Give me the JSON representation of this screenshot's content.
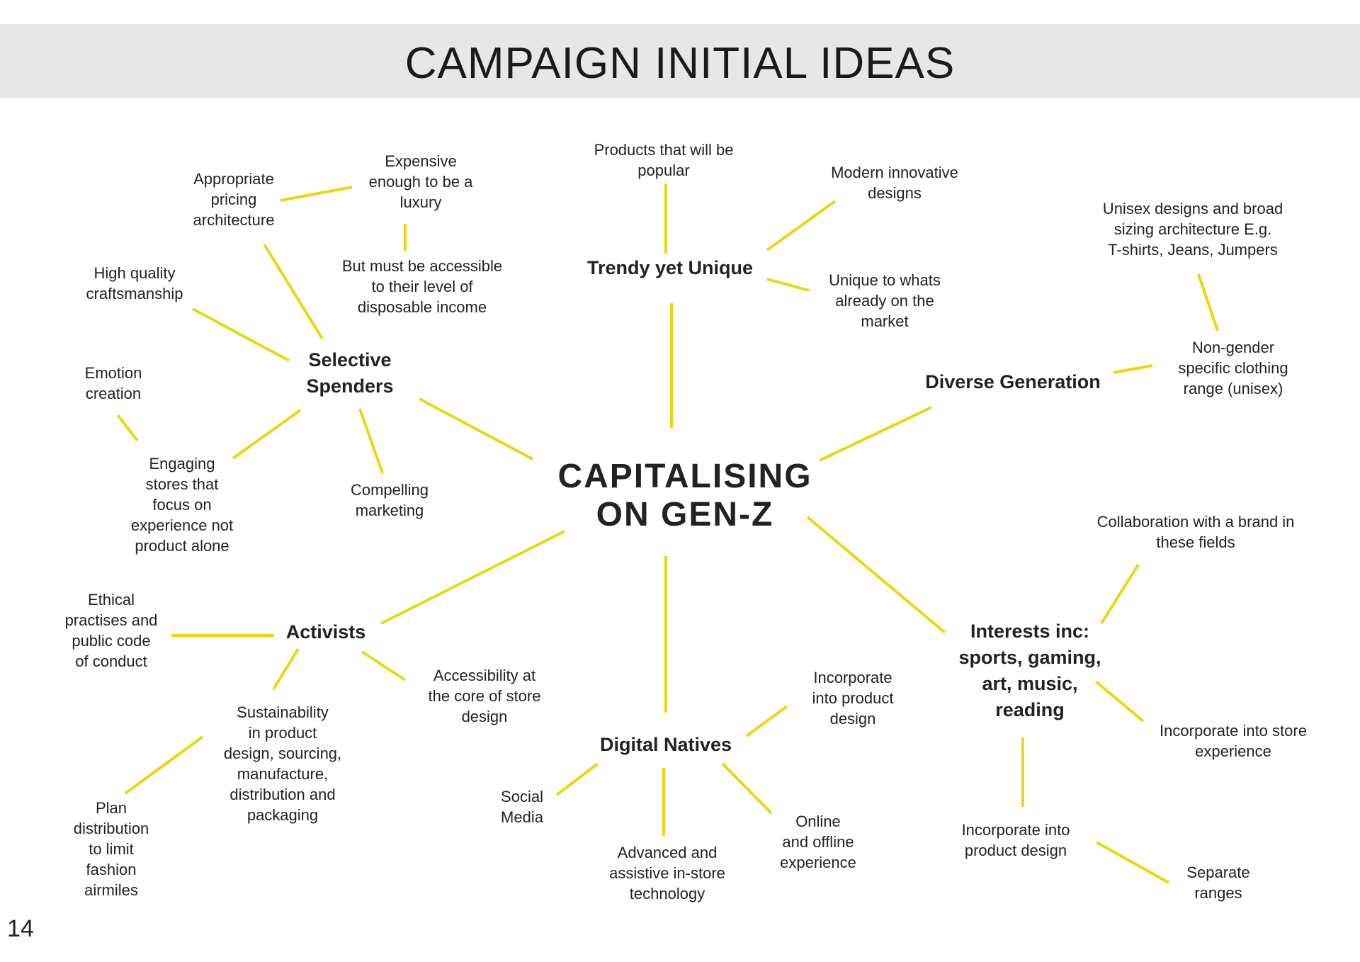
{
  "title": "CAMPAIGN INITIAL IDEAS",
  "page_number": "14",
  "center_topic": "CAPITALISING\nON GEN-Z",
  "colors": {
    "connector": "#ecd60f",
    "header_band": "#e7e7e7"
  },
  "branches": {
    "selective_spenders": {
      "label": "Selective\nSpenders",
      "ideas": {
        "pricing": "Appropriate\npricing\narchitecture",
        "expensive": "Expensive\nenough to be a\nluxury",
        "accessible": "But must be accessible\nto their level of\ndisposable income",
        "craftsmanship": "High quality\ncraftsmanship",
        "emotion": "Emotion\ncreation",
        "stores": "Engaging\nstores that\nfocus on\nexperience not\nproduct alone",
        "marketing": "Compelling\nmarketing"
      }
    },
    "trendy_unique": {
      "label": "Trendy yet Unique",
      "ideas": {
        "popular": "Products that will be\npopular",
        "modern": "Modern innovative\ndesigns",
        "unique": "Unique to whats\nalready on the\nmarket"
      }
    },
    "diverse_generation": {
      "label": "Diverse Generation",
      "ideas": {
        "unisex_designs": "Unisex designs and broad\nsizing architecture E.g.\nT-shirts, Jeans, Jumpers",
        "non_gender": "Non-gender\nspecific clothing\nrange (unisex)"
      }
    },
    "activists": {
      "label": "Activists",
      "ideas": {
        "ethical": "Ethical\npractises and\npublic code\nof conduct",
        "accessibility": "Accessibility at\nthe core of store\ndesign",
        "sustainability": "Sustainability\nin product\ndesign, sourcing,\nmanufacture,\ndistribution and\npackaging",
        "distribution": "Plan\ndistribution\nto limit\nfashion\nairmiles"
      }
    },
    "digital_natives": {
      "label": "Digital Natives",
      "ideas": {
        "incorporate_product": "Incorporate\ninto product\ndesign",
        "social_media": "Social\nMedia",
        "in_store_tech": "Advanced and\nassistive in-store\ntechnology",
        "online_offline": "Online\nand offline\nexperience"
      }
    },
    "interests": {
      "label": "Interests inc:\nsports, gaming,\nart, music,\nreading",
      "ideas": {
        "collaboration": "Collaboration with a brand in\nthese fields",
        "store_experience": "Incorporate into store\nexperience",
        "product_design": "Incorporate into\nproduct design",
        "separate_ranges": "Separate\nranges"
      }
    }
  }
}
